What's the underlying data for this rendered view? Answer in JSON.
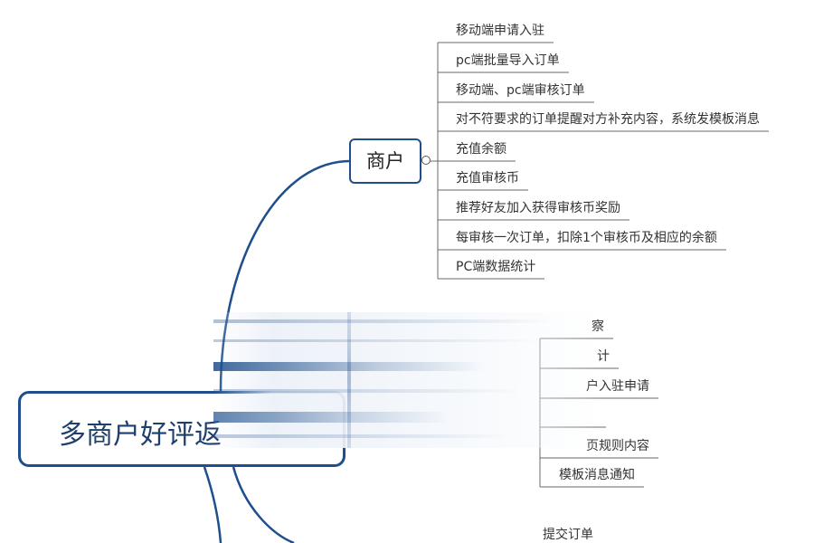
{
  "root": {
    "label": "多商户好评返"
  },
  "merchant": {
    "label": "商户",
    "items": [
      "移动端申请入驻",
      "pc端批量导入订单",
      "移动端、pc端审核订单",
      "对不符要求的订单提醒对方补充内容，系统发模板消息",
      "充值余额",
      "充值审核币",
      "推荐好友加入获得审核币奖励",
      "每审核一次订单，扣除1个审核币及相应的余额",
      "PC端数据统计"
    ]
  },
  "partial_branch": {
    "items": [
      "察",
      "计",
      "户入驻申请",
      "页规则内容",
      "模板消息通知"
    ]
  },
  "bottom_branch": {
    "items": [
      "提交订单"
    ]
  },
  "colors": {
    "branch": "#1e4f8c",
    "leaf_line": "#6a6a6a",
    "text": "#333333"
  }
}
